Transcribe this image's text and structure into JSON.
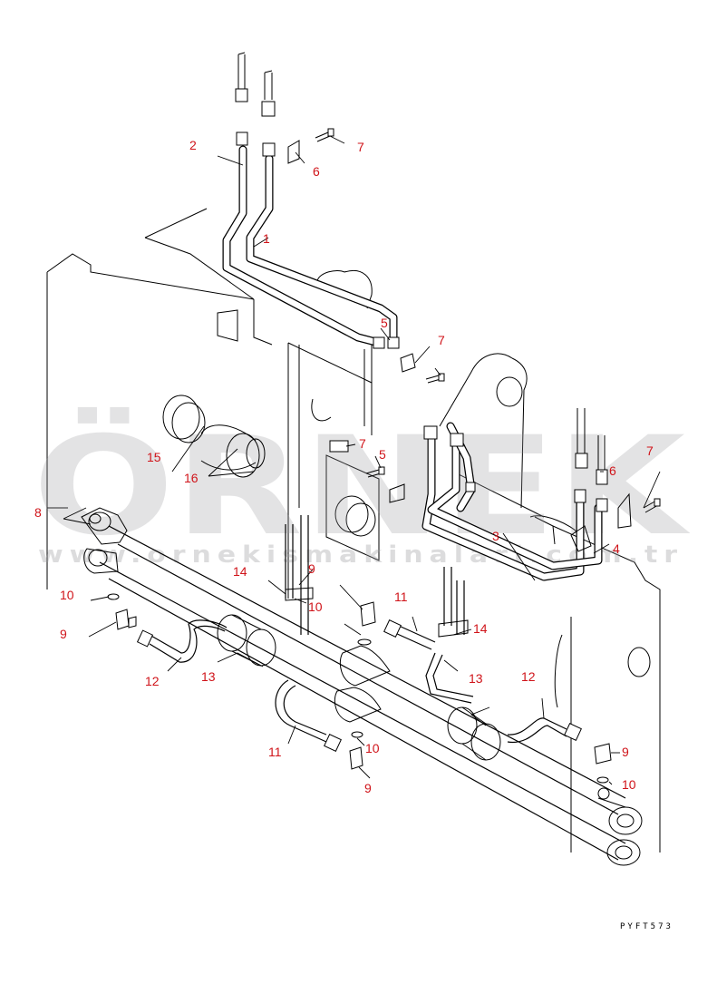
{
  "watermark": {
    "brand": "ÖRNEK",
    "url": "www.ornekismakinalari.com.tr"
  },
  "drawing_code": "PYFT573",
  "callouts": [
    {
      "id": "c1",
      "text": "1"
    },
    {
      "id": "c2",
      "text": "2"
    },
    {
      "id": "c3",
      "text": "3"
    },
    {
      "id": "c4",
      "text": "4"
    },
    {
      "id": "c5a",
      "text": "5"
    },
    {
      "id": "c5b",
      "text": "5"
    },
    {
      "id": "c6a",
      "text": "6"
    },
    {
      "id": "c6b",
      "text": "6"
    },
    {
      "id": "c7a",
      "text": "7"
    },
    {
      "id": "c7b",
      "text": "7"
    },
    {
      "id": "c7c",
      "text": "7"
    },
    {
      "id": "c7d",
      "text": "7"
    },
    {
      "id": "c8",
      "text": "8"
    },
    {
      "id": "c9a",
      "text": "9"
    },
    {
      "id": "c9b",
      "text": "9"
    },
    {
      "id": "c9c",
      "text": "9"
    },
    {
      "id": "c9d",
      "text": "9"
    },
    {
      "id": "c10a",
      "text": "10"
    },
    {
      "id": "c10b",
      "text": "10"
    },
    {
      "id": "c10c",
      "text": "10"
    },
    {
      "id": "c10d",
      "text": "10"
    },
    {
      "id": "c11a",
      "text": "11"
    },
    {
      "id": "c11b",
      "text": "11"
    },
    {
      "id": "c12a",
      "text": "12"
    },
    {
      "id": "c12b",
      "text": "12"
    },
    {
      "id": "c13a",
      "text": "13"
    },
    {
      "id": "c13b",
      "text": "13"
    },
    {
      "id": "c14a",
      "text": "14"
    },
    {
      "id": "c14b",
      "text": "14"
    },
    {
      "id": "c15",
      "text": "15"
    },
    {
      "id": "c16",
      "text": "16"
    }
  ]
}
